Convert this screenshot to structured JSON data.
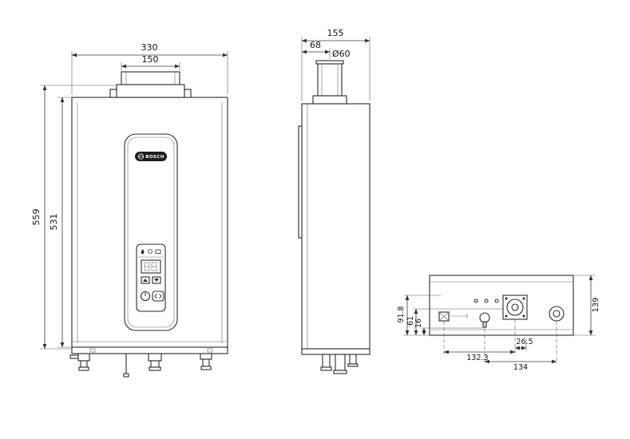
{
  "page": {
    "background": "#ffffff",
    "line_color": "#2b2b2b"
  },
  "brand": {
    "logo": "BOSCH"
  },
  "dims": {
    "front": {
      "overall_width": "330",
      "flue_width": "150",
      "overall_height": "559",
      "case_height": "531"
    },
    "side": {
      "depth": "155",
      "flue_center_offset": "68",
      "flue_diameter": "Ø60"
    },
    "bottom": {
      "case_depth": "139",
      "gas_height": "91.8",
      "conn_height": "61",
      "slot_height": "16",
      "offset_small": "26.5",
      "offset_mid": "132.3",
      "offset_wide": "134"
    }
  }
}
